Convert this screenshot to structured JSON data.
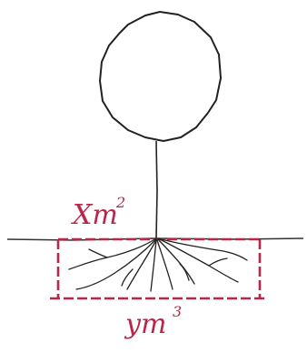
{
  "labels": {
    "surface_area": {
      "base": "Xm",
      "exponent": "2"
    },
    "volume": {
      "base": "ym",
      "exponent": "3"
    }
  },
  "colors": {
    "ink": "#222222",
    "accent": "#b8274a"
  }
}
